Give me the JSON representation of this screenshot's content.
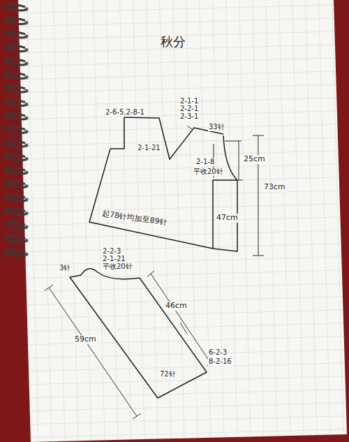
{
  "diagram": {
    "title": "秋分",
    "labels": [
      "2-6-5.2-8-1",
      "2-1-1",
      "2-2-1",
      "2-3-1",
      "33针",
      "2-1-21",
      "2-1-8",
      "平收20针",
      "25cm",
      "47cm",
      "73cm",
      "起78针均加至89针",
      "3针",
      "2-2-3",
      "2-1-21",
      "平收20针",
      "46cm",
      "59cm",
      "6-2-3",
      "8-2-16",
      "72针"
    ]
  }
}
